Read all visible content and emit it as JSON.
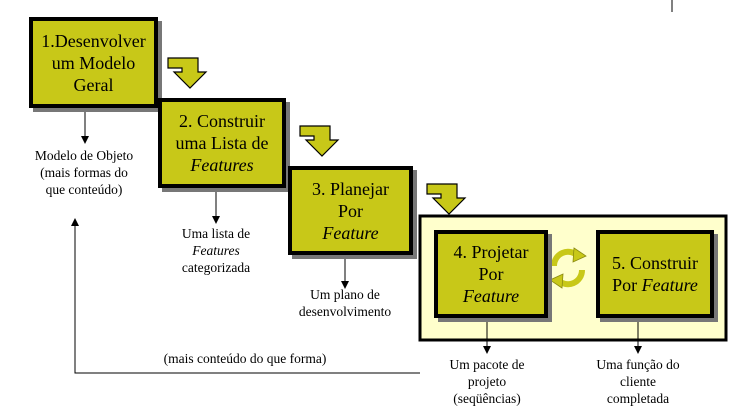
{
  "steps": [
    {
      "line1": "1.Desenvolver",
      "line2": "um Modelo",
      "line3": "Geral"
    },
    {
      "line1": "2. Construir",
      "line2": "uma Lista de",
      "line3": "Features"
    },
    {
      "line1": "3. Planejar",
      "line2": "Por",
      "line3": "Feature"
    },
    {
      "line1": "4. Projetar",
      "line2": "Por",
      "line3": "Feature"
    },
    {
      "line1": "5. Construir",
      "line2": "Por ",
      "line3": "Feature"
    }
  ],
  "outputs": {
    "model": [
      "Modelo de Objeto",
      "(mais formas do",
      "que conteúdo)"
    ],
    "list": [
      "Uma lista de",
      "Features",
      "categorizada"
    ],
    "plan": [
      "Um plano de",
      "desenvolvimento"
    ],
    "design": [
      "Um pacote de",
      "projeto",
      "(seqüências)"
    ],
    "build": [
      "Uma função do",
      "cliente",
      "completada"
    ]
  },
  "feedback_label": "(mais conteúdo do que forma)",
  "colors": {
    "box_fill": "#c8c818",
    "container_fill": "#ffffcc",
    "arrow_fill": "#c8c818"
  },
  "icons": [
    "step-arrow-icon",
    "iteration-cycle-icon"
  ]
}
